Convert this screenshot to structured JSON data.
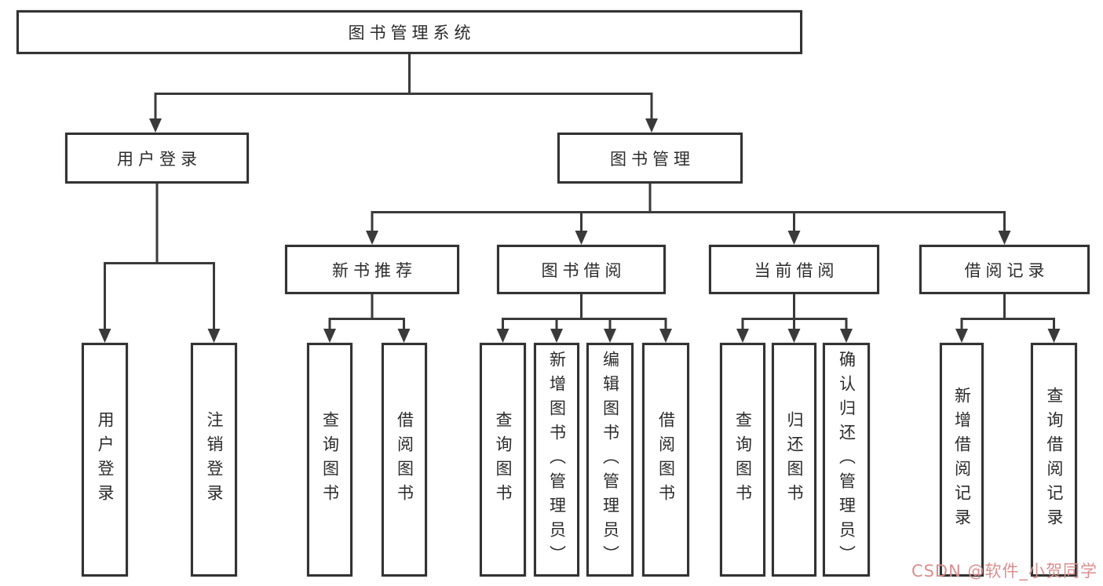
{
  "tree": {
    "label": "图书管理系统",
    "children": [
      {
        "label": "用户登录",
        "children": [
          {
            "label": "用户登录"
          },
          {
            "label": "注销登录"
          }
        ]
      },
      {
        "label": "图书管理",
        "children": [
          {
            "label": "新书推荐",
            "children": [
              {
                "label": "查询图书"
              },
              {
                "label": "借阅图书"
              }
            ]
          },
          {
            "label": "图书借阅",
            "children": [
              {
                "label": "查询图书"
              },
              {
                "label": "新增图书（管理员）"
              },
              {
                "label": "编辑图书（管理员）"
              },
              {
                "label": "借阅图书"
              }
            ]
          },
          {
            "label": "当前借阅",
            "children": [
              {
                "label": "查询图书"
              },
              {
                "label": "归还图书"
              },
              {
                "label": "确认归还（管理员）"
              }
            ]
          },
          {
            "label": "借阅记录",
            "children": [
              {
                "label": "新增借阅记录"
              },
              {
                "label": "查询借阅记录"
              }
            ]
          }
        ]
      }
    ]
  },
  "watermark": {
    "text": "CSDN @软件_小贺同学",
    "color": "#d98f8f"
  },
  "colors": {
    "line": "#3a3a3a",
    "box_border": "#333333",
    "box_fill": "#ffffff",
    "text": "#2b2b2b",
    "background": "#ffffff"
  }
}
